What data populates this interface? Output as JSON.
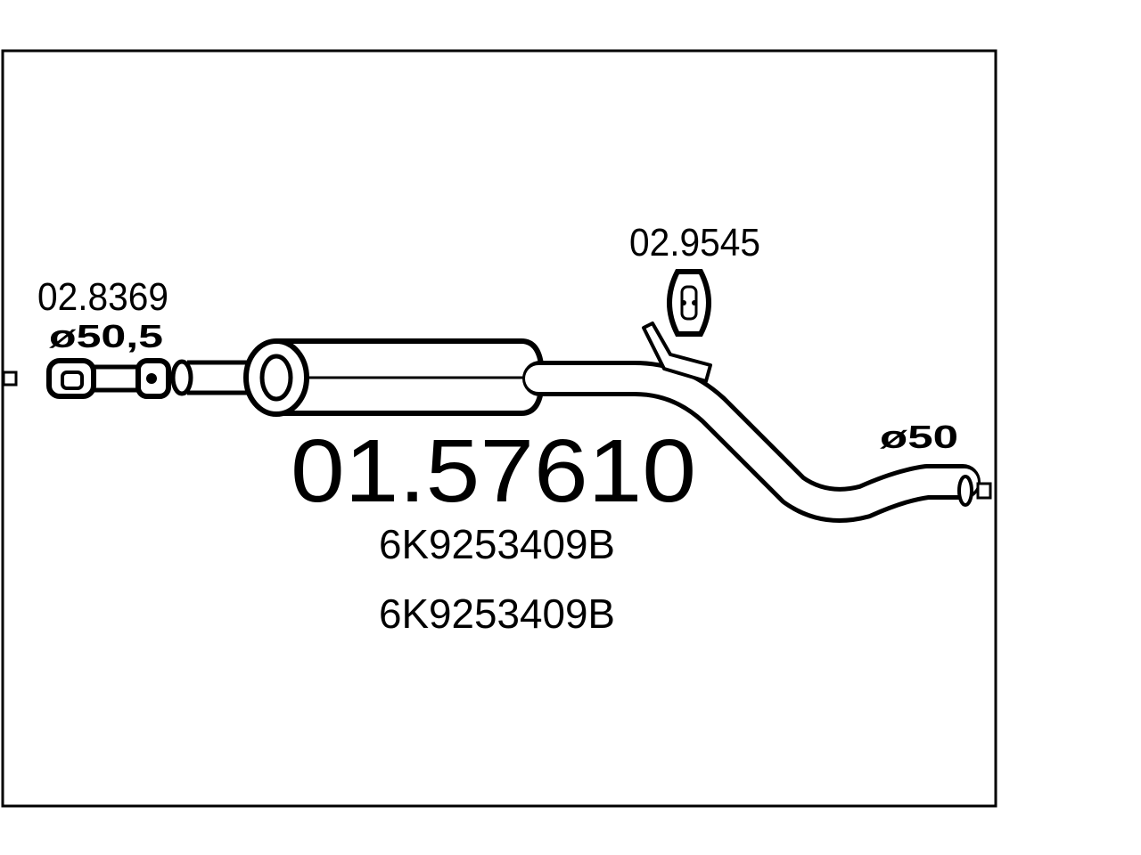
{
  "diagram": {
    "part_number": "01.57610",
    "oe_references": [
      "6K9253409B",
      "6K9253409B"
    ],
    "components": [
      {
        "code": "02.8369",
        "diameter": "ø50,5"
      },
      {
        "code": "02.9545"
      }
    ],
    "outlet_diameter": "ø50"
  },
  "colors": {
    "line": "#000000",
    "background": "#ffffff"
  }
}
